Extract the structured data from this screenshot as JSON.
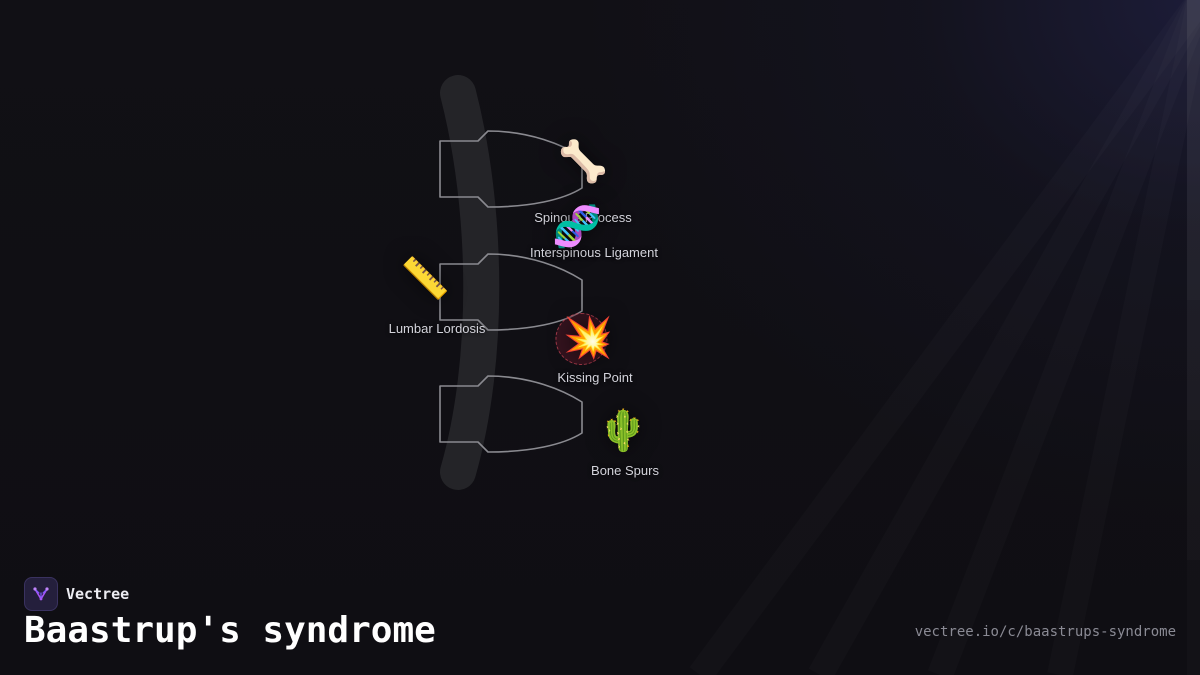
{
  "diagram": {
    "nodes": [
      {
        "id": "spinous-process",
        "icon": "🦴",
        "icon_name": "bone-icon",
        "label": "Spinous Process"
      },
      {
        "id": "interspinous-ligament",
        "icon": "🧬",
        "icon_name": "dna-icon",
        "label": "Interspinous Ligament"
      },
      {
        "id": "lumbar-lordosis",
        "icon": "📏",
        "icon_name": "ruler-icon",
        "label": "Lumbar Lordosis"
      },
      {
        "id": "kissing-point",
        "icon": "💥",
        "icon_name": "collision-icon",
        "label": "Kissing Point"
      },
      {
        "id": "bone-spurs",
        "icon": "🌵",
        "icon_name": "cactus-icon",
        "label": "Bone Spurs"
      }
    ]
  },
  "brand": {
    "name": "Vectree",
    "logo_icon": "vectree-logo-icon",
    "accent_color": "#a855f7"
  },
  "page": {
    "title": "Baastrup's syndrome",
    "url": "vectree.io/c/baastrups-syndrome"
  },
  "colors": {
    "background": "#111015",
    "vertebra_outline": "#8a8a90",
    "spine_arc": "#242428"
  }
}
